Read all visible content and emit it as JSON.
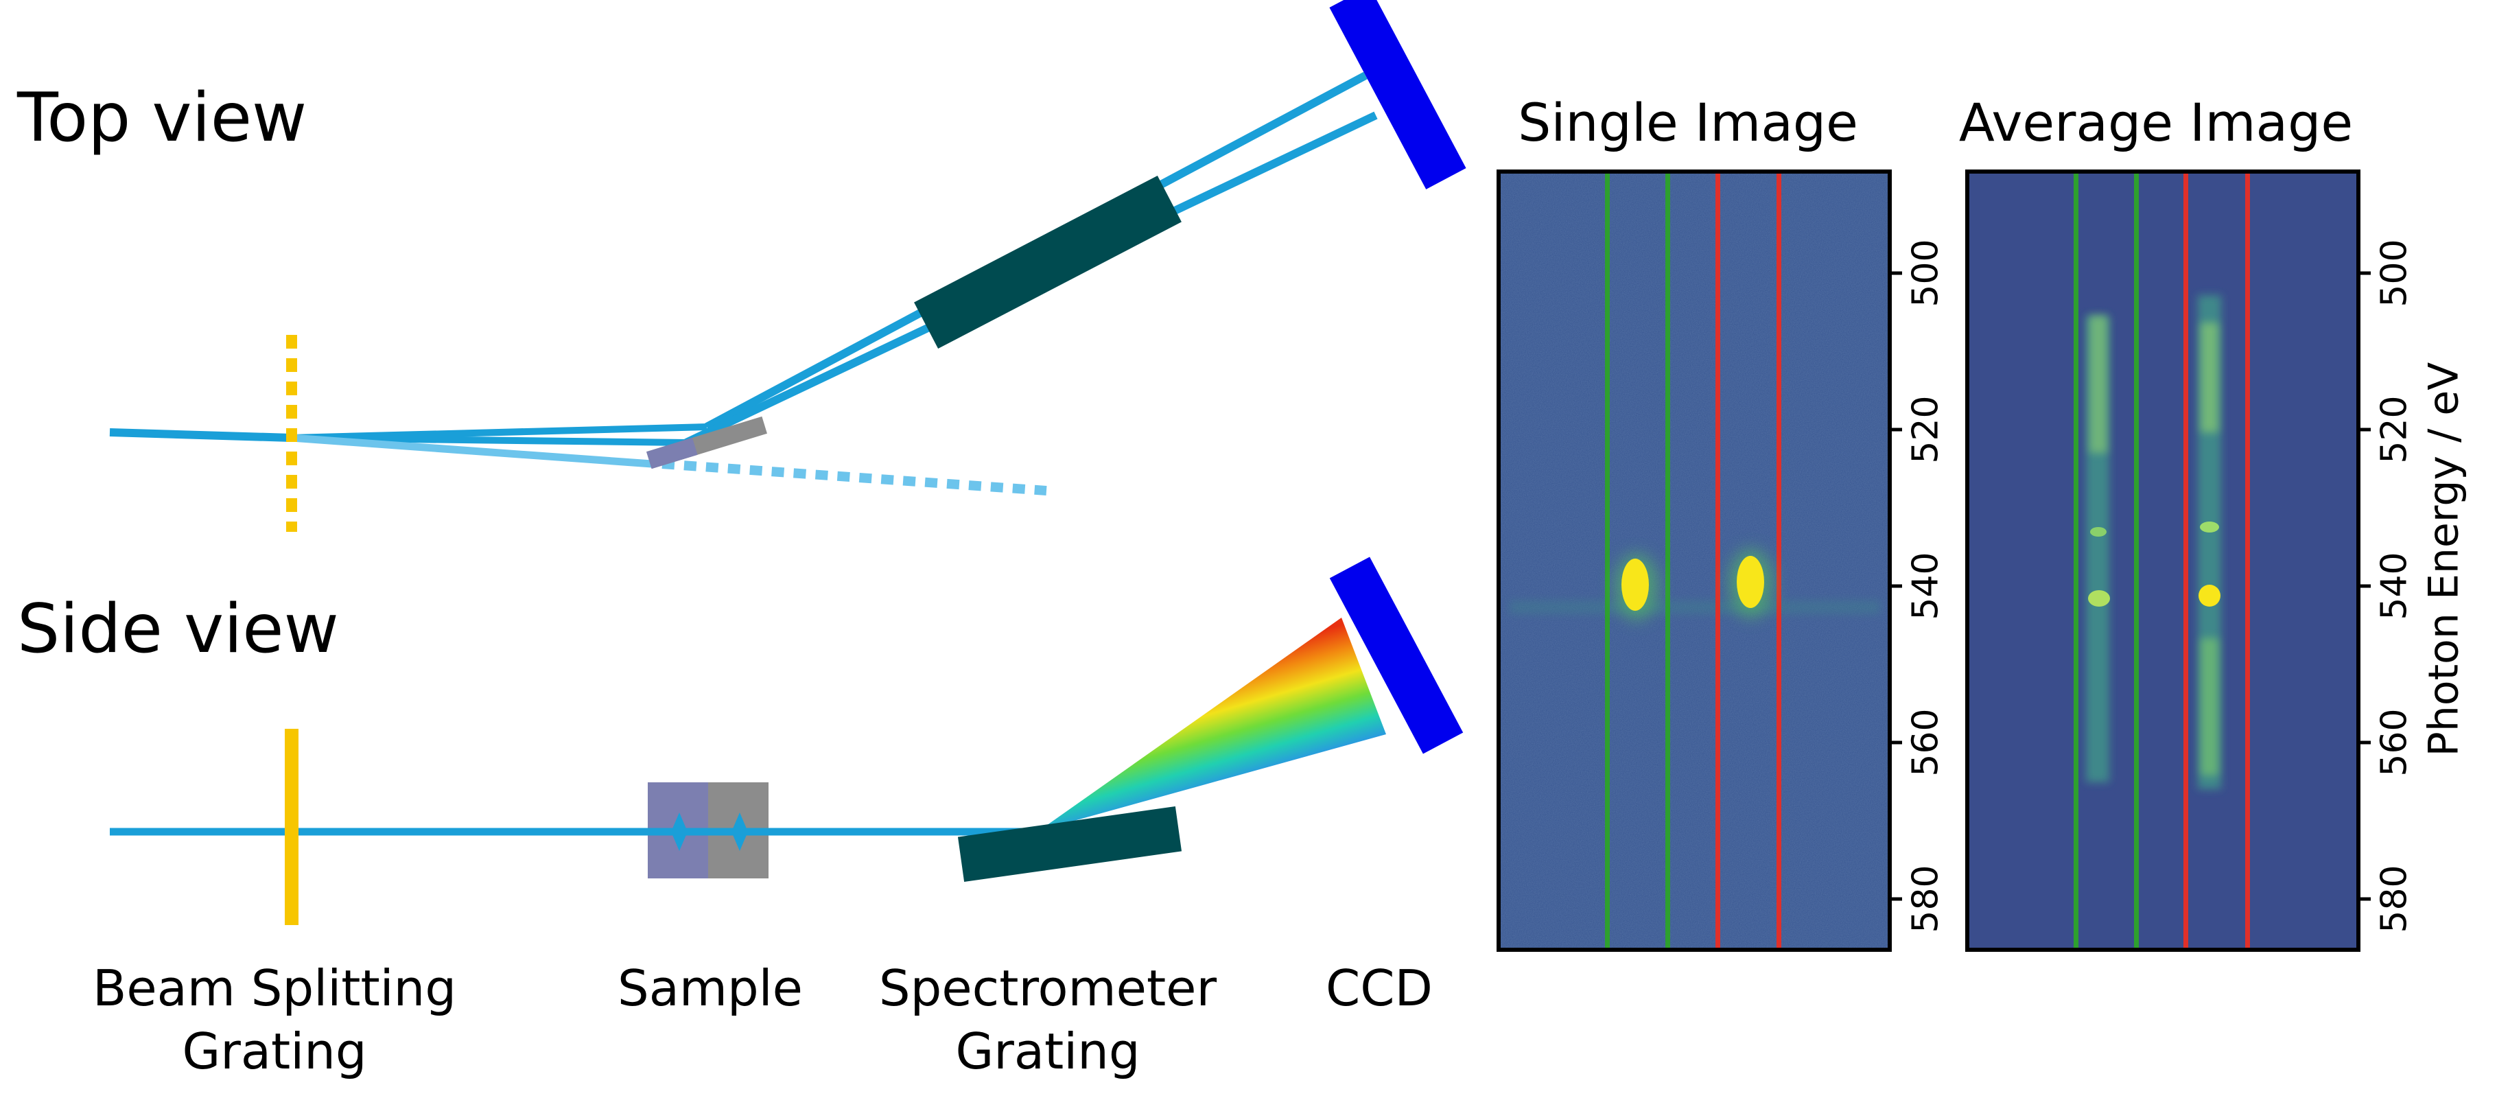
{
  "views": {
    "top_label": "Top view",
    "side_label": "Side view"
  },
  "components": {
    "beam_splitting_line1": "Beam Splitting",
    "beam_splitting_line2": "Grating",
    "sample": "Sample",
    "spectrometer_line1": "Spectrometer",
    "spectrometer_line2": "Grating",
    "ccd": "CCD"
  },
  "panels": {
    "single_title": "Single Image",
    "average_title": "Average Image",
    "axis_label": "Photon Energy / eV",
    "ticks": [
      "500",
      "520",
      "540",
      "560",
      "580"
    ]
  },
  "colors": {
    "beam": "#1a9fd8",
    "beam_light": "#6cc4ec",
    "grating_yellow": "#f7c600",
    "spectrometer_grating": "#004b50",
    "ccd": "#0000ee",
    "sample_left": "#7c7fb0",
    "sample_right": "#8c8c8c",
    "detector_bg": "#35538f",
    "marker_green": "#2ea02e",
    "marker_red": "#e0302a",
    "signal_yellow": "#f8e61a"
  }
}
